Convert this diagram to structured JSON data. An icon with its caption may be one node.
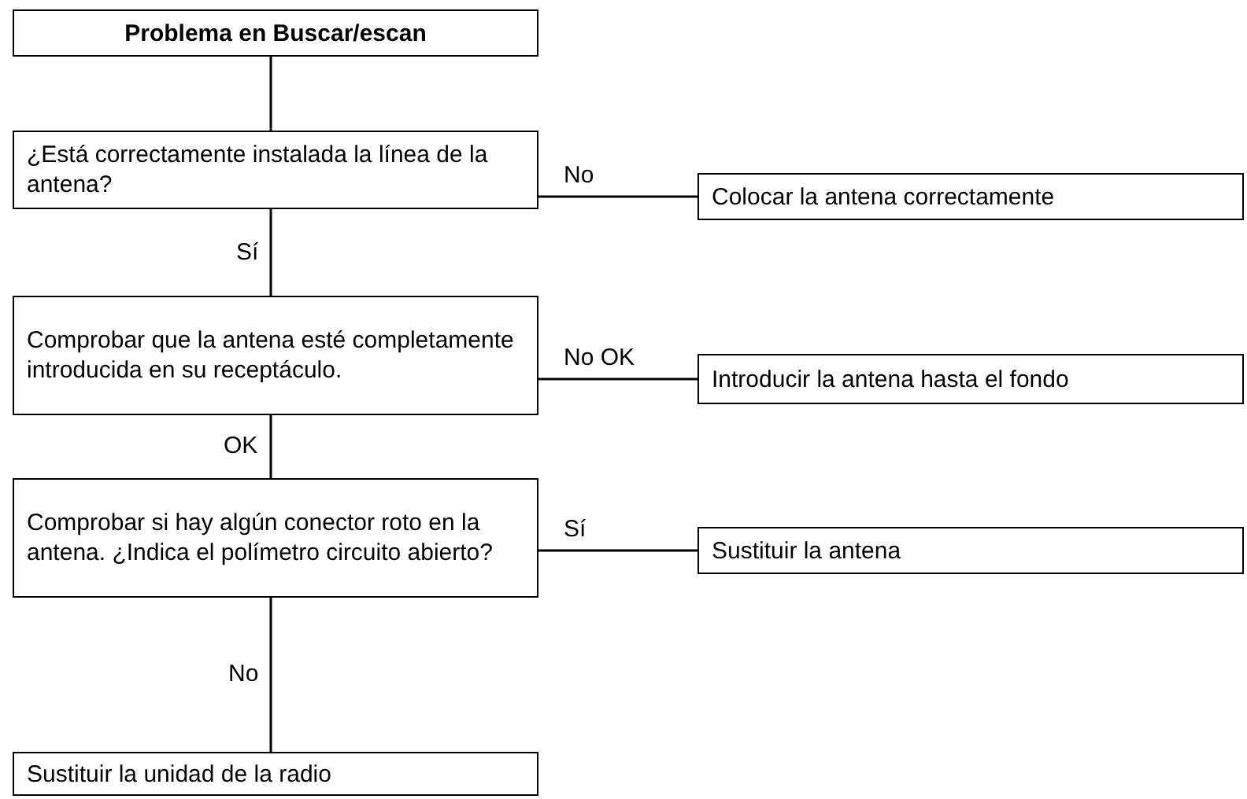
{
  "diagram": {
    "nodes": [
      {
        "text": [
          "Problema en Buscar/escan"
        ]
      },
      {
        "text": [
          "¿Está correctamente instalada la línea de la antena?"
        ]
      },
      {
        "text": [
          "Colocar la antena correctamente"
        ]
      },
      {
        "text": [
          "Comprobar que la antena esté completamente introducida en su receptáculo."
        ]
      },
      {
        "text": [
          "Introducir la antena hasta el fondo"
        ]
      },
      {
        "text": [
          "Comprobar si hay algún conector roto en la antena. ¿Indica el polímetro circuito abierto?"
        ]
      },
      {
        "text": [
          "Sustituir la antena"
        ]
      },
      {
        "text": [
          "Sustituir la unidad de la radio"
        ]
      }
    ],
    "edges": [
      {
        "from": 0,
        "to": 1,
        "arrow": "none"
      },
      {
        "from": 1,
        "to": 2,
        "arrow": "none",
        "label": "No"
      },
      {
        "from": 1,
        "to": 3,
        "arrow": "none",
        "label": "Sí"
      },
      {
        "from": 3,
        "to": 4,
        "arrow": "none",
        "label": "No OK"
      },
      {
        "from": 3,
        "to": 5,
        "arrow": "none",
        "label": "OK"
      },
      {
        "from": 5,
        "to": 6,
        "arrow": "none",
        "label": "Sí"
      },
      {
        "from": 5,
        "to": 7,
        "arrow": "none",
        "label": "No"
      }
    ]
  }
}
